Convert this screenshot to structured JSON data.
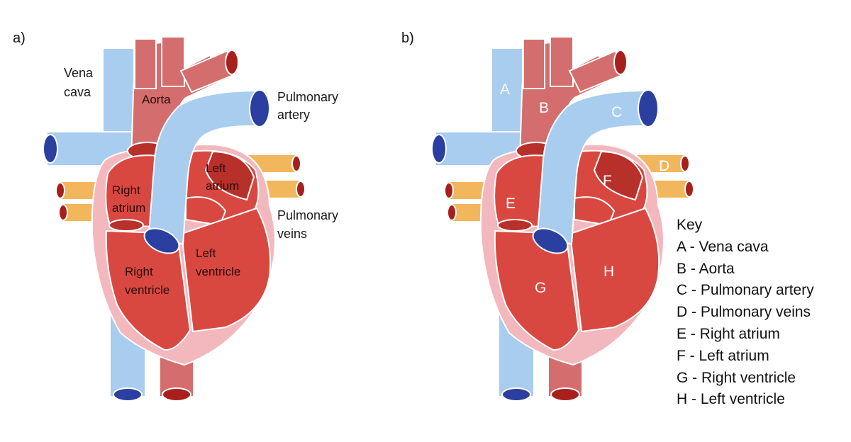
{
  "panels": [
    {
      "tag": "a)",
      "labels": {
        "vena_cava": [
          "Vena",
          "cava"
        ],
        "aorta": "Aorta",
        "pulmonary_artery": [
          "Pulmonary",
          "artery"
        ],
        "left_atrium": [
          "Left",
          "atrium"
        ],
        "right_atrium": [
          "Right",
          "atrium"
        ],
        "pulmonary_veins": [
          "Pulmonary",
          "veins"
        ],
        "left_ventricle": [
          "Left",
          "ventricle"
        ],
        "right_ventricle": [
          "Right",
          "ventricle"
        ]
      }
    },
    {
      "tag": "b)",
      "letters": {
        "A": "A",
        "B": "B",
        "C": "C",
        "D": "D",
        "E": "E",
        "F": "F",
        "G": "G",
        "H": "H"
      }
    }
  ],
  "key": {
    "title": "Key",
    "items": [
      "A - Vena cava",
      "B - Aorta",
      "C - Pulmonary artery",
      "D - Pulmonary veins",
      "E - Right atrium",
      "F - Left atrium",
      "G - Right ventricle",
      "H - Left ventricle"
    ]
  },
  "colors": {
    "blue_vessel": "#a8cdee",
    "blue_opening": "#2a3fa0",
    "aorta": "#d46d6d",
    "chamber": "#d84840",
    "chamber_dark": "#b8302a",
    "outer_tissue": "#f2b8bd",
    "vein_yellow": "#f2b75c",
    "opening_red": "#a8201d"
  }
}
